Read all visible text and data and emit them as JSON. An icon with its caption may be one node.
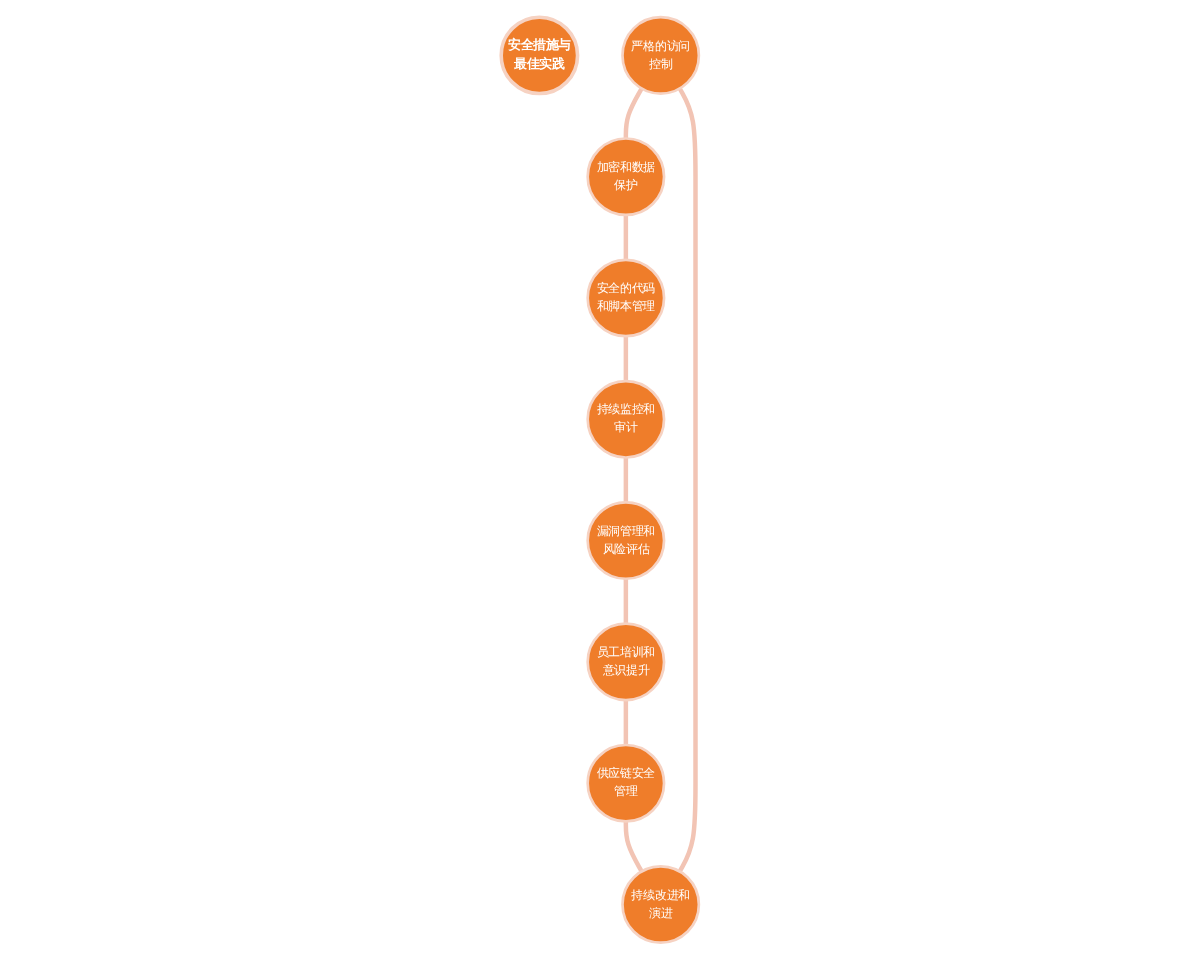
{
  "diagram": {
    "nodes": [
      {
        "text": [
          "安全措施与最佳实践"
        ]
      },
      {
        "text": [
          "严格的访问控制"
        ]
      },
      {
        "text": [
          "加密和数据保护"
        ]
      },
      {
        "text": [
          "安全的代码和脚本管理"
        ]
      },
      {
        "text": [
          "持续监控和审计"
        ]
      },
      {
        "text": [
          "漏洞管理和风险评估"
        ]
      },
      {
        "text": [
          "员工培训和意识提升"
        ]
      },
      {
        "text": [
          "供应链安全管理"
        ]
      },
      {
        "text": [
          "持续改进和演进"
        ]
      }
    ],
    "edges": [
      {
        "from": 1,
        "to": 2,
        "arrow": "none"
      },
      {
        "from": 2,
        "to": 3,
        "arrow": "none"
      },
      {
        "from": 3,
        "to": 4,
        "arrow": "none"
      },
      {
        "from": 4,
        "to": 5,
        "arrow": "none"
      },
      {
        "from": 5,
        "to": 6,
        "arrow": "none"
      },
      {
        "from": 6,
        "to": 7,
        "arrow": "none"
      },
      {
        "from": 7,
        "to": 8,
        "arrow": "none"
      },
      {
        "from": 8,
        "to": 1,
        "arrow": "none"
      }
    ]
  }
}
